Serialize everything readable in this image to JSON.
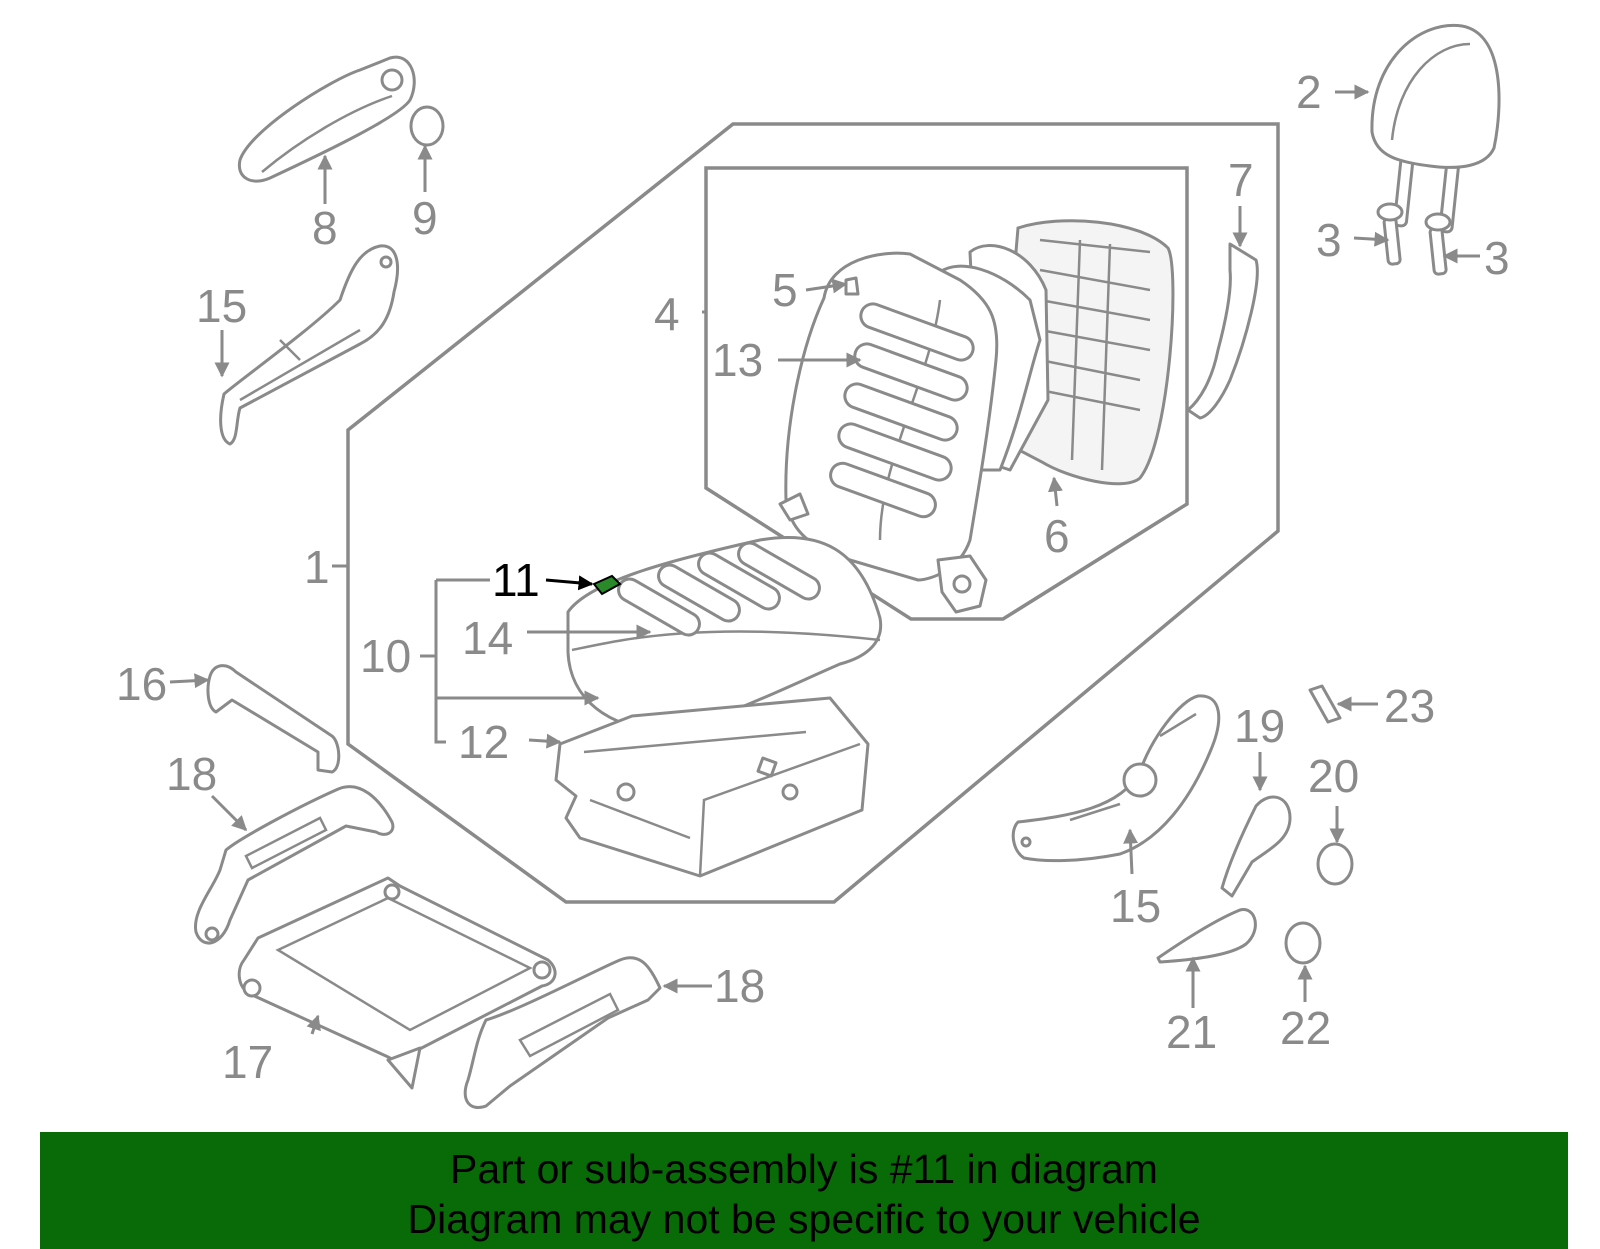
{
  "diagram": {
    "highlight_color": "#2a8a2a",
    "callouts": {
      "c1": "1",
      "c2": "2",
      "c3a": "3",
      "c3b": "3",
      "c4": "4",
      "c5": "5",
      "c6": "6",
      "c7": "7",
      "c8": "8",
      "c9": "9",
      "c10": "10",
      "c11": "11",
      "c12": "12",
      "c13": "13",
      "c14": "14",
      "c15a": "15",
      "c15b": "15",
      "c16": "16",
      "c17": "17",
      "c18a": "18",
      "c18b": "18",
      "c19": "19",
      "c20": "20",
      "c21": "21",
      "c22": "22",
      "c23": "23"
    }
  },
  "banner": {
    "line1": "Part or sub-assembly is #11 in diagram",
    "line2": "Diagram may not be specific to your vehicle"
  }
}
